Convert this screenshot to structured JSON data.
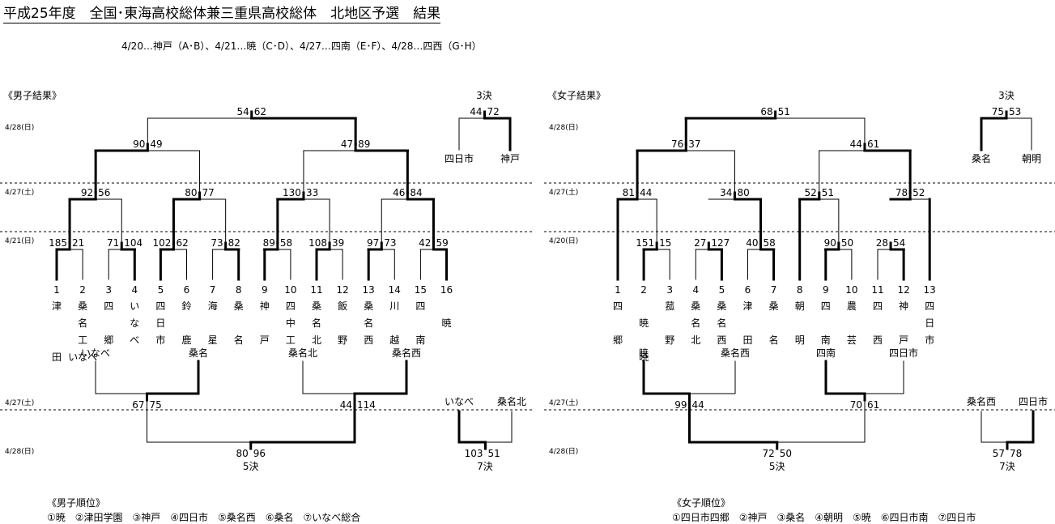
{
  "title": "平成25年度　全国･東海高校総体兼三重県高校総体　北地区予選　結果",
  "schedule": "4/20…神戸（A･B）、4/21…暁（C･D）、4/27…四南（E･F）、4/28…四西（G･H）",
  "boys": {
    "heading": "《男子結果》",
    "dates": [
      "4/28(日)",
      "4/27(土)",
      "4/21(日)",
      "4/27(土)",
      "4/28(日)"
    ],
    "teams": [
      {
        "num": "1",
        "chars": [
          "津",
          "",
          "",
          "田"
        ],
        "under": ""
      },
      {
        "num": "2",
        "chars": [
          "桑",
          "名",
          "工",
          "いなべ"
        ],
        "under": ""
      },
      {
        "num": "3",
        "chars": [
          "四",
          "",
          "郷",
          ""
        ],
        "under": ""
      },
      {
        "num": "4",
        "chars": [
          "い",
          "な",
          "べ",
          ""
        ],
        "under": ""
      },
      {
        "num": "5",
        "chars": [
          "四",
          "日",
          "市",
          ""
        ],
        "under": ""
      },
      {
        "num": "6",
        "chars": [
          "鈴",
          "",
          "鹿",
          ""
        ],
        "under": ""
      },
      {
        "num": "7",
        "chars": [
          "海",
          "",
          "星",
          ""
        ],
        "under": ""
      },
      {
        "num": "8",
        "chars": [
          "桑",
          "",
          "名",
          ""
        ],
        "under": ""
      },
      {
        "num": "9",
        "chars": [
          "神",
          "",
          "戸",
          ""
        ],
        "under": ""
      },
      {
        "num": "10",
        "chars": [
          "四",
          "中",
          "工",
          ""
        ],
        "under": ""
      },
      {
        "num": "11",
        "chars": [
          "桑",
          "名",
          "北",
          ""
        ],
        "under": ""
      },
      {
        "num": "12",
        "chars": [
          "飯",
          "",
          "野",
          ""
        ],
        "under": ""
      },
      {
        "num": "13",
        "chars": [
          "桑",
          "名",
          "西",
          ""
        ],
        "under": ""
      },
      {
        "num": "14",
        "chars": [
          "川",
          "",
          "越",
          ""
        ],
        "under": ""
      },
      {
        "num": "15",
        "chars": [
          "四",
          "",
          "南",
          ""
        ],
        "under": ""
      },
      {
        "num": "16",
        "chars": [
          "",
          "暁",
          "",
          ""
        ],
        "under": ""
      }
    ],
    "r1_scores": [
      [
        "185",
        "21"
      ],
      [
        "71",
        "104"
      ],
      [
        "102",
        "62"
      ],
      [
        "73",
        "82"
      ],
      [
        "89",
        "58"
      ],
      [
        "108",
        "39"
      ],
      [
        "97",
        "73"
      ],
      [
        "42",
        "59"
      ]
    ],
    "qf_scores": [
      [
        "92",
        "56"
      ],
      [
        "80",
        "77"
      ],
      [
        "130",
        "33"
      ],
      [
        "46",
        "84"
      ]
    ],
    "sf_scores": [
      [
        "90",
        "49"
      ],
      [
        "47",
        "89"
      ]
    ],
    "final_score": [
      "54",
      "62"
    ],
    "third": {
      "label": "3決",
      "score": [
        "44",
        "72"
      ],
      "left": "四日市",
      "right": "神戸"
    },
    "losers_labels": [
      "いなべ",
      "桑名",
      "桑名北",
      "桑名西"
    ],
    "cons_r1": [
      [
        "67",
        "75"
      ],
      [
        "44",
        "114"
      ]
    ],
    "fifth": {
      "label": "5決",
      "score": [
        "80",
        "96"
      ]
    },
    "seventh": {
      "label": "7決",
      "score": [
        "103",
        "51"
      ],
      "left": "いなべ",
      "right": "桑名北"
    },
    "ranking_title": "《男子順位》",
    "ranking": "①暁　②津田学園　③神戸　④四日市　⑤桑名西　⑥桑名　⑦いなべ総合"
  },
  "girls": {
    "heading": "《女子結果》",
    "dates": [
      "4/28(日)",
      "4/27(土)",
      "4/20(日)",
      "4/27(土)",
      "4/28(日)"
    ],
    "teams": [
      {
        "num": "1",
        "chars": [
          "四",
          "",
          "郷",
          ""
        ]
      },
      {
        "num": "2",
        "chars": [
          "",
          "暁",
          "",
          "暁"
        ]
      },
      {
        "num": "3",
        "chars": [
          "菰",
          "",
          "野",
          ""
        ]
      },
      {
        "num": "4",
        "chars": [
          "桑",
          "名",
          "北",
          ""
        ]
      },
      {
        "num": "5",
        "chars": [
          "桑",
          "名",
          "西",
          ""
        ]
      },
      {
        "num": "6",
        "chars": [
          "津",
          "",
          "田",
          ""
        ]
      },
      {
        "num": "7",
        "chars": [
          "桑",
          "",
          "名",
          ""
        ]
      },
      {
        "num": "8",
        "chars": [
          "朝",
          "",
          "明",
          ""
        ]
      },
      {
        "num": "9",
        "chars": [
          "四",
          "",
          "南",
          ""
        ]
      },
      {
        "num": "10",
        "chars": [
          "農",
          "",
          "芸",
          ""
        ]
      },
      {
        "num": "11",
        "chars": [
          "四",
          "",
          "西",
          ""
        ]
      },
      {
        "num": "12",
        "chars": [
          "神",
          "",
          "戸",
          ""
        ]
      },
      {
        "num": "13",
        "chars": [
          "四",
          "日",
          "市",
          ""
        ]
      }
    ],
    "r1_scores": [
      [
        "151",
        "15"
      ],
      [
        "27",
        "127"
      ],
      [
        "40",
        "58"
      ],
      [
        "90",
        "50"
      ],
      [
        "28",
        "54"
      ]
    ],
    "qf_scores": [
      [
        "81",
        "44"
      ],
      [
        "34",
        "80"
      ],
      [
        "52",
        "51"
      ],
      [
        "78",
        "52"
      ]
    ],
    "sf_scores": [
      [
        "76",
        "37"
      ],
      [
        "44",
        "61"
      ]
    ],
    "final_score": [
      "68",
      "51"
    ],
    "third": {
      "label": "3決",
      "score": [
        "75",
        "53"
      ],
      "left": "桑名",
      "right": "朝明"
    },
    "losers_labels": [
      "暁",
      "桑名西",
      "四南",
      "四日市"
    ],
    "cons_r1": [
      [
        "99",
        "44"
      ],
      [
        "70",
        "61"
      ]
    ],
    "fifth": {
      "label": "5決",
      "score": [
        "72",
        "50"
      ]
    },
    "seventh": {
      "label": "7決",
      "score": [
        "57",
        "78"
      ],
      "left": "桑名西",
      "right": "四日市"
    },
    "ranking_title": "《女子順位》",
    "ranking": "①四日市四郷　②神戸　③桑名　④朝明　⑤暁　⑥四日市南　⑦四日市"
  }
}
